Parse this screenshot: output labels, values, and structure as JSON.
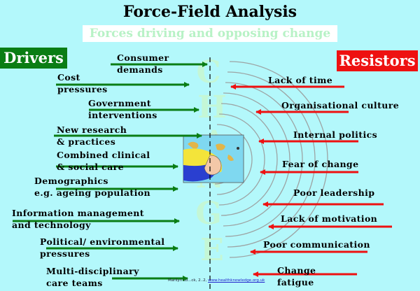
{
  "title": "Force-Field Analysis",
  "subtitle": "Forces driving and opposing change",
  "drivers_heading": "Drivers",
  "resistors_heading": "Resistors",
  "watermark_letters": [
    "C",
    "H",
    "A",
    "N",
    "G",
    "E"
  ],
  "credit": {
    "text": "Marilyn Lo...ck, 2..2, ",
    "link": "www.healthknowledge.org.uk"
  },
  "drivers": [
    {
      "lines": [
        "Consumer",
        "demands"
      ]
    },
    {
      "lines": [
        "Cost",
        "pressures"
      ]
    },
    {
      "lines": [
        "Government",
        "interventions"
      ]
    },
    {
      "lines": [
        "New research",
        "& practices"
      ]
    },
    {
      "lines": [
        "Combined clinical",
        "& social care"
      ]
    },
    {
      "lines": [
        "Demographics",
        "e.g. ageing population"
      ]
    },
    {
      "lines": [
        "Information management",
        "and technology"
      ]
    },
    {
      "lines": [
        "Political/ environmental",
        "pressures"
      ]
    },
    {
      "lines": [
        "Multi-disciplinary",
        "care teams"
      ]
    }
  ],
  "resistors": [
    {
      "lines": [
        "Lack of time"
      ]
    },
    {
      "lines": [
        "Organisational culture"
      ]
    },
    {
      "lines": [
        "Internal politics"
      ]
    },
    {
      "lines": [
        "Fear of change"
      ]
    },
    {
      "lines": [
        "Poor leadership"
      ]
    },
    {
      "lines": [
        "Lack of motivation"
      ]
    },
    {
      "lines": [
        "Poor communication"
      ]
    },
    {
      "lines": [
        "Change",
        "fatigue"
      ]
    }
  ],
  "colors": {
    "background": "#b3f8fb",
    "driver_arrow": "#0a7d14",
    "resistor_arrow": "#ee1111",
    "divider": "#000000"
  }
}
